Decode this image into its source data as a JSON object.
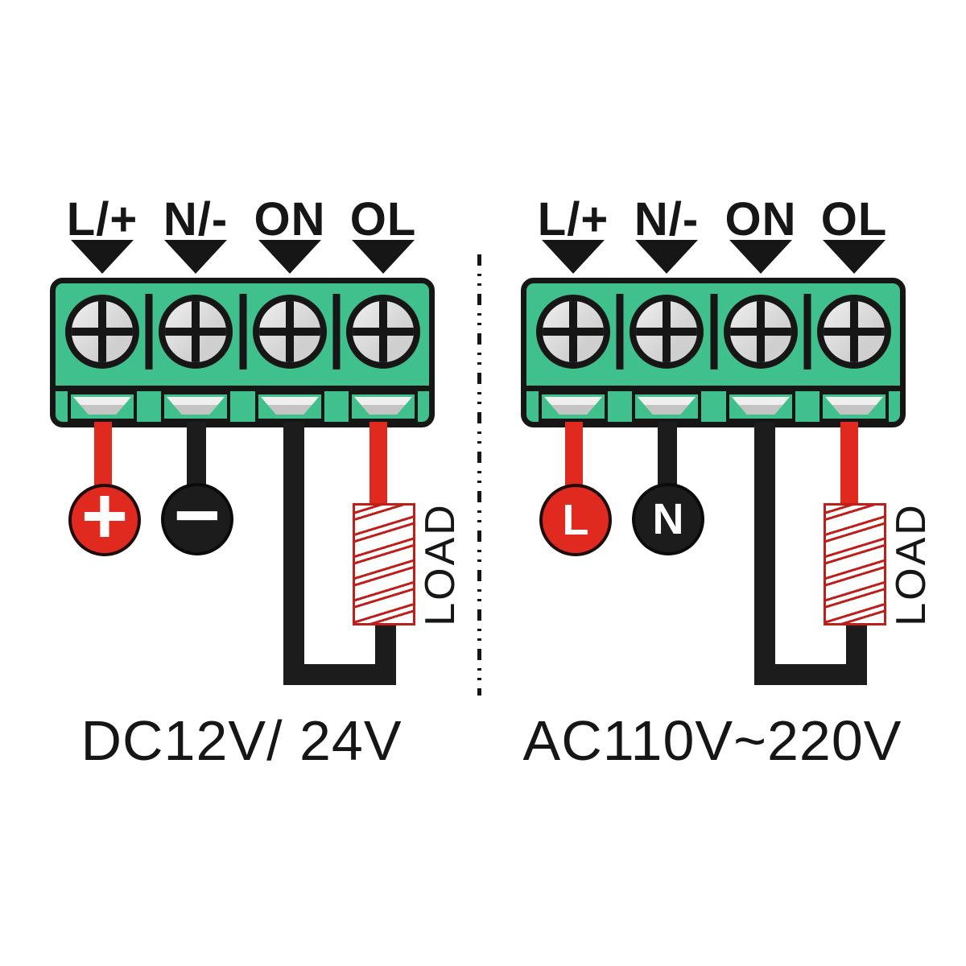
{
  "page": {
    "background": "#ffffff",
    "type": "wiring-diagram"
  },
  "colors": {
    "paper": "#ffffff",
    "ink": "#161616",
    "block_green": "#3fc08d",
    "wire_red": "#e02a20",
    "wire_black": "#1c1c1c",
    "hatch_red": "#bf1f1a",
    "screw_gray": "#d6d6d6",
    "slot_gray": "#c4c4c4"
  },
  "diagrams": [
    {
      "id": "dc",
      "caption": "DC12V/ 24V",
      "terminals": [
        {
          "label": "L/+",
          "wire_color": "#e02a20"
        },
        {
          "label": "N/-",
          "wire_color": "#1c1c1c"
        },
        {
          "label": "ON",
          "wire_color": "#1c1c1c"
        },
        {
          "label": "OL",
          "wire_color": "#e02a20"
        }
      ],
      "source_markers": [
        {
          "symbol": "+",
          "color": "#e02a20"
        },
        {
          "symbol": "−",
          "color": "#1c1c1c"
        }
      ],
      "load_label": "LOAD"
    },
    {
      "id": "ac",
      "caption": "AC110V~220V",
      "terminals": [
        {
          "label": "L/+",
          "wire_color": "#e02a20"
        },
        {
          "label": "N/-",
          "wire_color": "#1c1c1c"
        },
        {
          "label": "ON",
          "wire_color": "#1c1c1c"
        },
        {
          "label": "OL",
          "wire_color": "#e02a20"
        }
      ],
      "source_markers": [
        {
          "symbol": "L",
          "color": "#e02a20"
        },
        {
          "symbol": "N",
          "color": "#1c1c1c"
        }
      ],
      "load_label": "LOAD"
    }
  ]
}
